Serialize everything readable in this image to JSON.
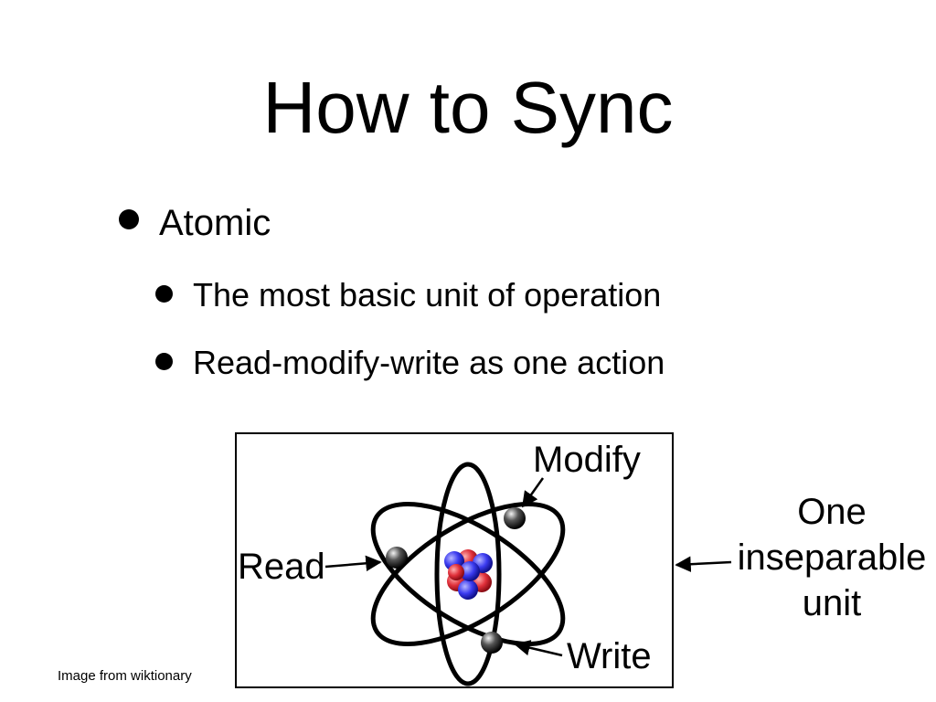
{
  "slide": {
    "title": "How to Sync",
    "bullets": [
      {
        "level": 1,
        "text": "Atomic"
      },
      {
        "level": 2,
        "text": "The most basic unit of operation"
      },
      {
        "level": 2,
        "text": "Read-modify-write as one action"
      }
    ]
  },
  "diagram": {
    "labels": {
      "modify": "Modify",
      "read": "Read",
      "write": "Write",
      "unit_line1": "One",
      "unit_line2": "inseparable",
      "unit_line3": "unit"
    },
    "colors": {
      "orbit": "#000000",
      "proton": "#e0303a",
      "neutron": "#3b3bf0",
      "electron": "#333333"
    }
  },
  "credit": "Image from wiktionary"
}
